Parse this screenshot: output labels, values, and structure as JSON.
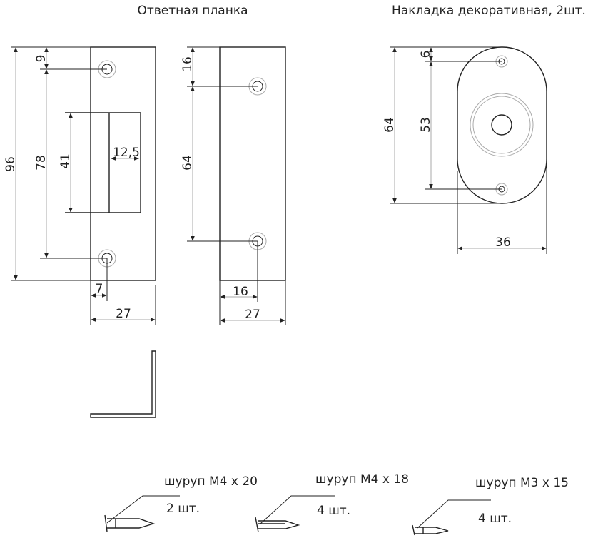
{
  "titles": {
    "strike_plate": "Ответная планка",
    "cover": "Накладка декоративная, 2шт."
  },
  "dims": {
    "p1_height": "96",
    "p1_top": "9",
    "p1_holes": "78",
    "p1_slot_h": "41",
    "p1_slot_w": "12,5",
    "p1_hole_off": "7",
    "p1_width": "27",
    "p2_top": "16",
    "p2_holes": "64",
    "p2_hole_off": "16",
    "p2_width": "27",
    "c_height": "64",
    "c_top": "6",
    "c_holes": "53",
    "c_width": "36"
  },
  "screws": [
    {
      "name": "шуруп М4 х 20",
      "qty": "2 шт."
    },
    {
      "name": "шуруп М4 х 18",
      "qty": "4 шт."
    },
    {
      "name": "шуруп М3 х 15",
      "qty": "4 шт."
    }
  ]
}
